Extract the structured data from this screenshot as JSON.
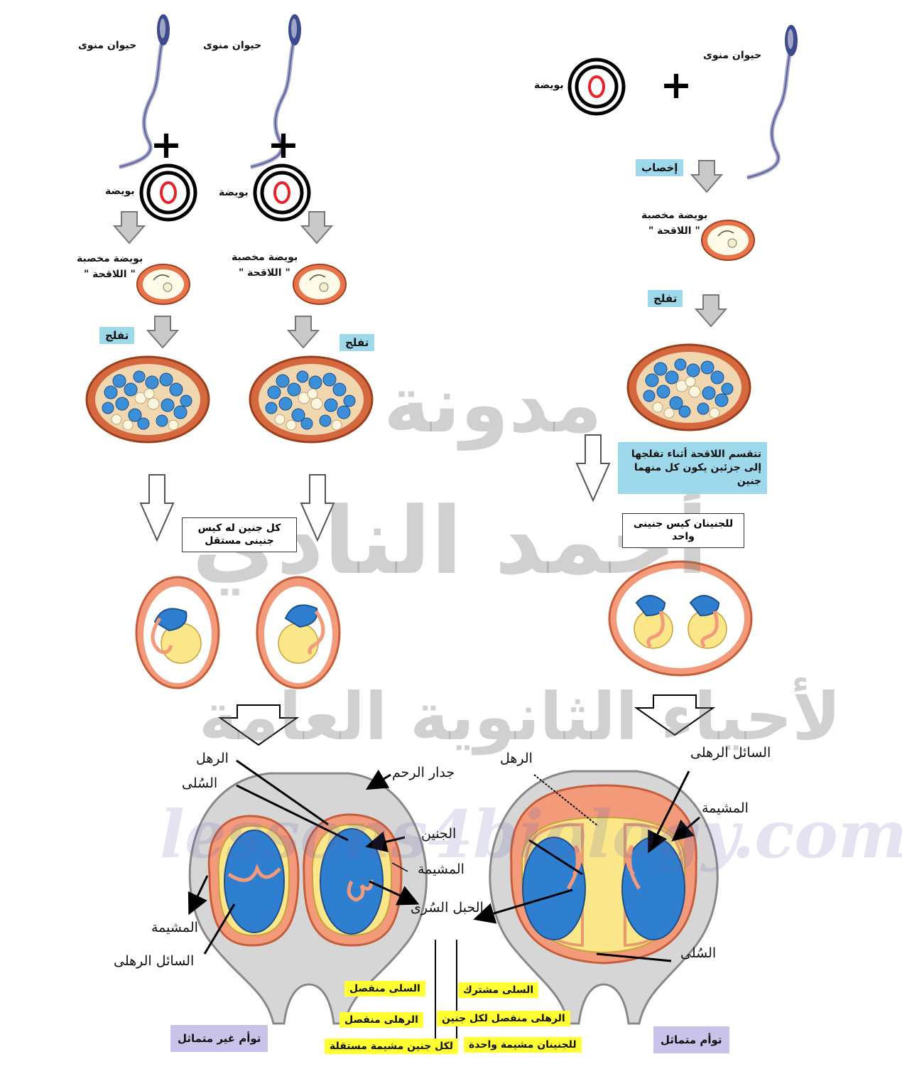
{
  "watermark": {
    "line1": "مدونة",
    "line2": "أحمد النادي",
    "line3": "لأحياء الثانوية العامة",
    "line4": "lessons4biology.com"
  },
  "right": {
    "sperm": "حيوان منوى",
    "egg": "بويضة",
    "fertilization": "إخصاب",
    "zygote_line1": "بويضة مخصبة",
    "zygote_line2": "\" اللاقحة \"",
    "cleavage": "تفلج",
    "split_note": "تتقسم اللاقحة أثناء تفلجها إلى جزئين يكون كل منهما جنين",
    "shared_sac_note": "للجنينان كيس جنينى واحد",
    "labels": {
      "amnion": "الرهل",
      "amniotic_fluid": "السائل الرهلى",
      "chorion": "المشيمة",
      "allantois": "السُلى"
    },
    "notes": [
      "السلى مشترك",
      "الرهلى  منفصل لكل جنين",
      "للجنينان مشيمة واحدة"
    ],
    "title": "توأم متماثل"
  },
  "left": {
    "sperm_a": "حيوان منوى",
    "sperm_b": "حيوان منوى",
    "egg_a": "بويضة",
    "egg_b": "بويضة",
    "zygote_line1": "بويضة مخصبة",
    "zygote_line2": "\" اللاقحة \"",
    "cleavage": "تفلج",
    "separate_sac_note": "كل جنين له كيس جنينى مستقل",
    "labels": {
      "amnion": "الرهل",
      "allantois": "السُلى",
      "uterine_wall": "جدار الرحم",
      "embryo": "الجنين",
      "chorion_center": "المشيمة",
      "umbilical_cord": "الحبل السُرى",
      "chorion_left": "المشيمة",
      "amniotic_fluid": "السائل الرهلى"
    },
    "notes": [
      "السلى منفصل",
      "الرهلى منفصل",
      "لكل جنين مشيمة مستقلة"
    ],
    "title": "توأم غير متماثل"
  },
  "colors": {
    "embryo_blue": "#2f7fd0",
    "membrane_orange": "#f29a7a",
    "yolk_yellow": "#fbe78a",
    "uterus_gray": "#d6d6d6",
    "egg_red": "#e8212b",
    "label_cyan": "#9dd9ea",
    "note_yellow": "#ffff33",
    "title_lavender": "#c9c3e9"
  },
  "icons": [
    "sperm-icon",
    "egg-icon",
    "plus-icon",
    "arrow-down-icon",
    "zygote-icon",
    "morula-icon",
    "embryo-sac-icon",
    "uterus-icon"
  ]
}
